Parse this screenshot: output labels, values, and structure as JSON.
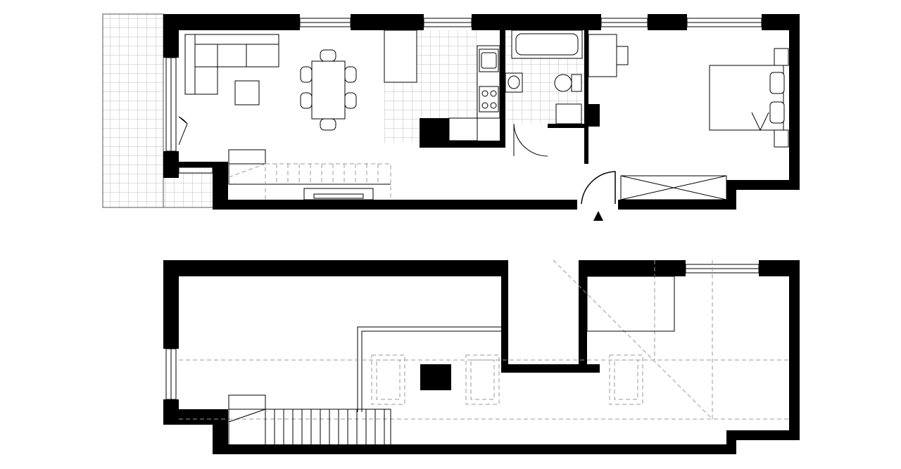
{
  "drawing": {
    "kind": "architectural floor plan",
    "levels": [
      "ground-floor",
      "upper-floor"
    ],
    "colors": {
      "walls": "#000000",
      "lines": "#000000",
      "grid": "#bdbdbd",
      "hidden_lines": "#9a9a9a",
      "background": "#ffffff"
    },
    "symbols": [
      "entrance-arrow-icon",
      "sofa-icon",
      "dining-table-icon",
      "kitchen-sink-icon",
      "stove-icon",
      "bathtub-icon",
      "toilet-icon",
      "washbasin-icon",
      "bed-icon",
      "desk-icon",
      "wardrobe-icon",
      "staircase-icon",
      "skylight-icon",
      "chimney-icon"
    ]
  }
}
